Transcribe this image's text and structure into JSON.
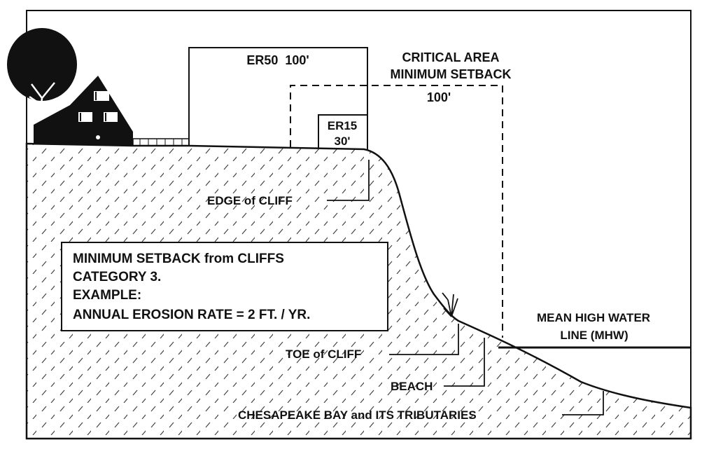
{
  "diagram": {
    "setbacks": {
      "er50": "ER50  100'",
      "critical_area": [
        "CRITICAL AREA",
        "MINIMUM SETBACK"
      ],
      "critical_distance": "100'",
      "er15": [
        "ER15",
        "30'"
      ]
    },
    "callouts": {
      "edge_of_cliff": "EDGE of CLIFF",
      "toe_of_cliff": "TOE of CLIFF",
      "beach": "BEACH",
      "water": "CHESAPEAKE BAY and ITS TRIBUTARIES",
      "mhw": [
        "MEAN HIGH WATER",
        "LINE (MHW)"
      ]
    },
    "example_box": [
      "MINIMUM SETBACK from CLIFFS",
      "CATEGORY 3.",
      "EXAMPLE:",
      "ANNUAL EROSION RATE = 2 FT. / YR."
    ]
  }
}
